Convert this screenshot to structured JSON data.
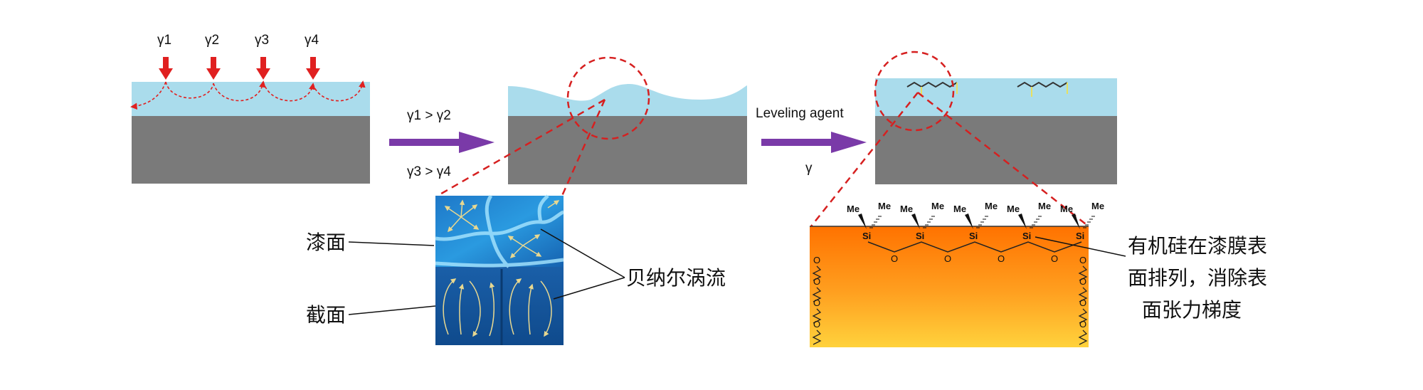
{
  "colors": {
    "coating": "#aadcec",
    "substrate": "#7a7a7a",
    "stress_arrow": "#e02020",
    "dashed": "#d62020",
    "process_arrow": "#7a3aa8",
    "orange_top": "#ff7a00",
    "orange_bottom": "#ffd040",
    "micro_blue": "#1a6ec0"
  },
  "stage1": {
    "tensions": [
      "γ1",
      "γ2",
      "γ3",
      "γ4"
    ]
  },
  "transition1": {
    "top_label": "γ1 > γ2",
    "bottom_label": "γ3 > γ4"
  },
  "transition2": {
    "top_label": "Leveling agent",
    "bottom_label": "γ"
  },
  "microscopy": {
    "surface_label": "漆面",
    "section_label": "截面",
    "vortex_label": "贝纳尔涡流"
  },
  "molecule": {
    "methyl_labels": [
      "Me",
      "Me",
      "Me",
      "Me",
      "Me",
      "Me",
      "Me",
      "Me",
      "Me",
      "Me"
    ],
    "silicon_labels": [
      "Si",
      "Si",
      "Si",
      "Si",
      "Si"
    ],
    "oxygen_labels": [
      "O",
      "O",
      "O",
      "O"
    ],
    "chain_labels": [
      "O",
      "O",
      "O",
      "O",
      "O",
      "O",
      "O",
      "O"
    ]
  },
  "caption_lines": [
    "有机硅在漆膜表",
    "面排列，消除表",
    "面张力梯度"
  ]
}
